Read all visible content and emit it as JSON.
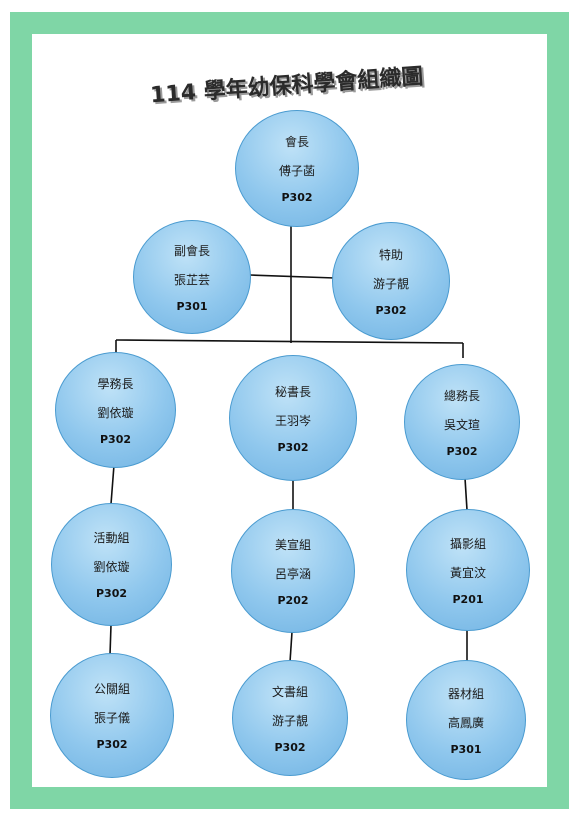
{
  "title": "114 學年幼保科學會組織圖",
  "nodes": [
    {
      "role": "會長",
      "person": "傅子菡",
      "room": "P302"
    },
    {
      "role": "副會長",
      "person": "張芷芸",
      "room": "P301"
    },
    {
      "role": "特助",
      "person": "游子靚",
      "room": "P302"
    },
    {
      "role": "學務長",
      "person": "劉依璇",
      "room": "P302"
    },
    {
      "role": "秘書長",
      "person": "王羽岑",
      "room": "P302"
    },
    {
      "role": "總務長",
      "person": "吳文瑄",
      "room": "P302"
    },
    {
      "role": "活動組",
      "person": "劉依璇",
      "room": "P302"
    },
    {
      "role": "美宣組",
      "person": "呂亭涵",
      "room": "P202"
    },
    {
      "role": "攝影組",
      "person": "黃宜汶",
      "room": "P201"
    },
    {
      "role": "公關組",
      "person": "張子儀",
      "room": "P302"
    },
    {
      "role": "文書組",
      "person": "游子靚",
      "room": "P302"
    },
    {
      "role": "器材組",
      "person": "高鳳廣",
      "room": "P301"
    }
  ],
  "colors": {
    "node_fill": "#8fc7ed",
    "node_border": "#4a9bd0",
    "border_band": "#7fd6a6"
  }
}
